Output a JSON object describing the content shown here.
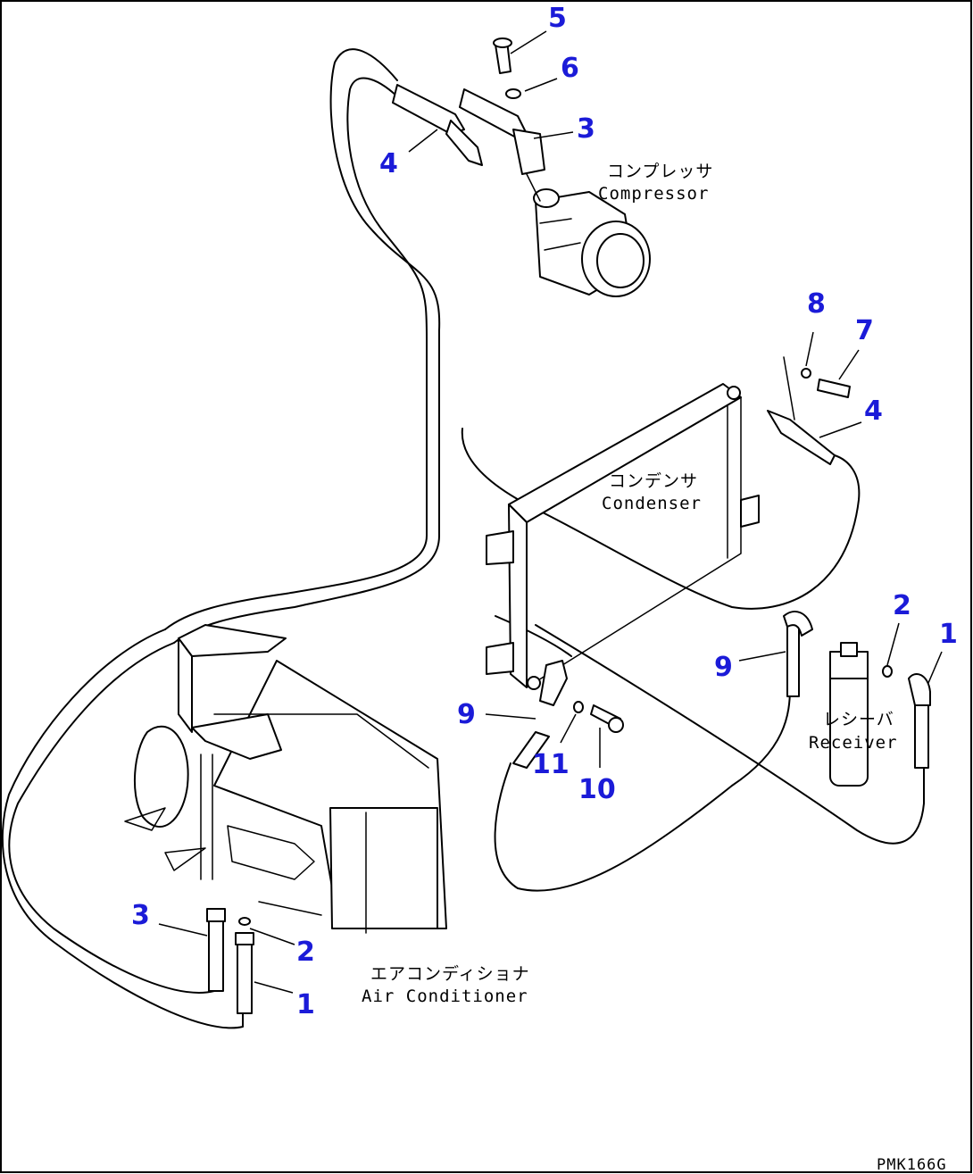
{
  "labels": {
    "compressor_jp": "コンプレッサ",
    "compressor_en": "Compressor",
    "condenser_jp": "コンデンサ",
    "condenser_en": "Condenser",
    "receiver_jp": "レシーバ",
    "receiver_en": "Receiver",
    "aircon_jp": "エアコンディショナ",
    "aircon_en": "Air Conditioner"
  },
  "callouts": [
    "5",
    "6",
    "3",
    "4",
    "8",
    "7",
    "4",
    "2",
    "1",
    "9",
    "9",
    "11",
    "10",
    "3",
    "2",
    "1"
  ],
  "drawing_code": "PMK166G"
}
